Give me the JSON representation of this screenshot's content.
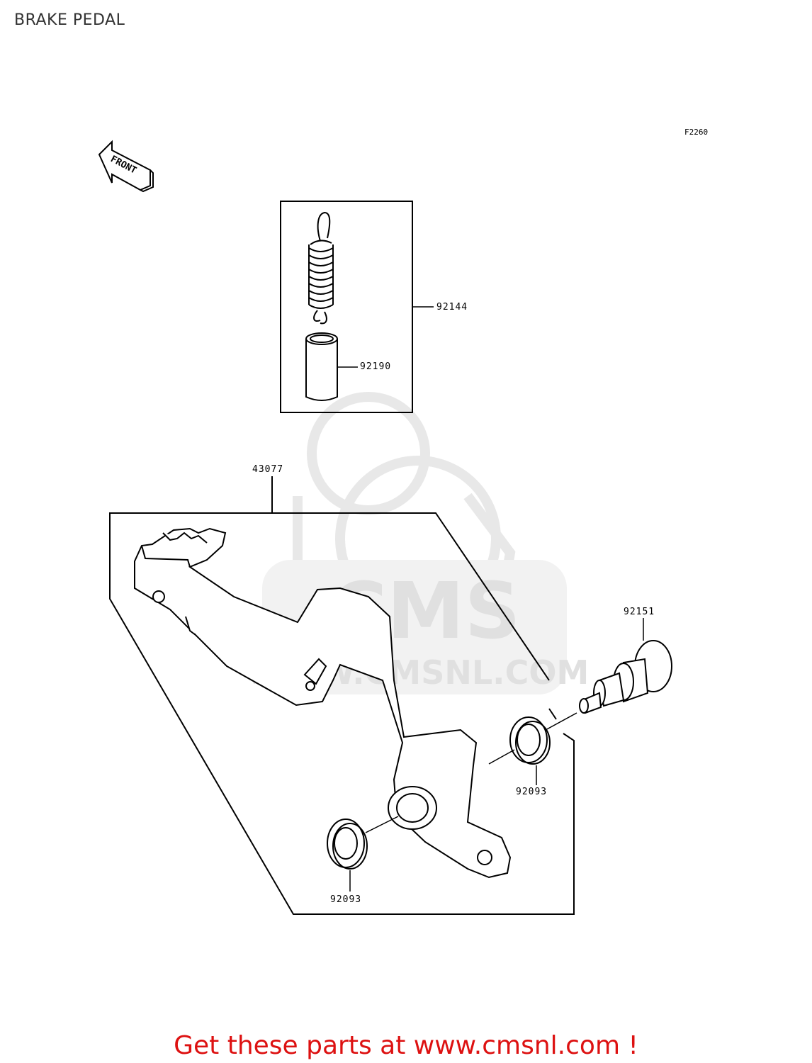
{
  "header": {
    "title": "BRAKE PEDAL"
  },
  "figure": {
    "code": "F2260",
    "front_marker": "FRONT"
  },
  "parts": {
    "spring_kit": "92144",
    "collar": "92190",
    "brake_pedal": "43077",
    "shaft": "92151",
    "seal_right": "92093",
    "seal_left": "92093"
  },
  "watermark": {
    "text": "WWW.CMSNL.COM",
    "brand": "CMS"
  },
  "footer": {
    "banner": "Get these parts at www.cmsnl.com !"
  },
  "colors": {
    "line": "#000000",
    "watermark": "#e6e6e6",
    "banner": "#dd1111"
  }
}
